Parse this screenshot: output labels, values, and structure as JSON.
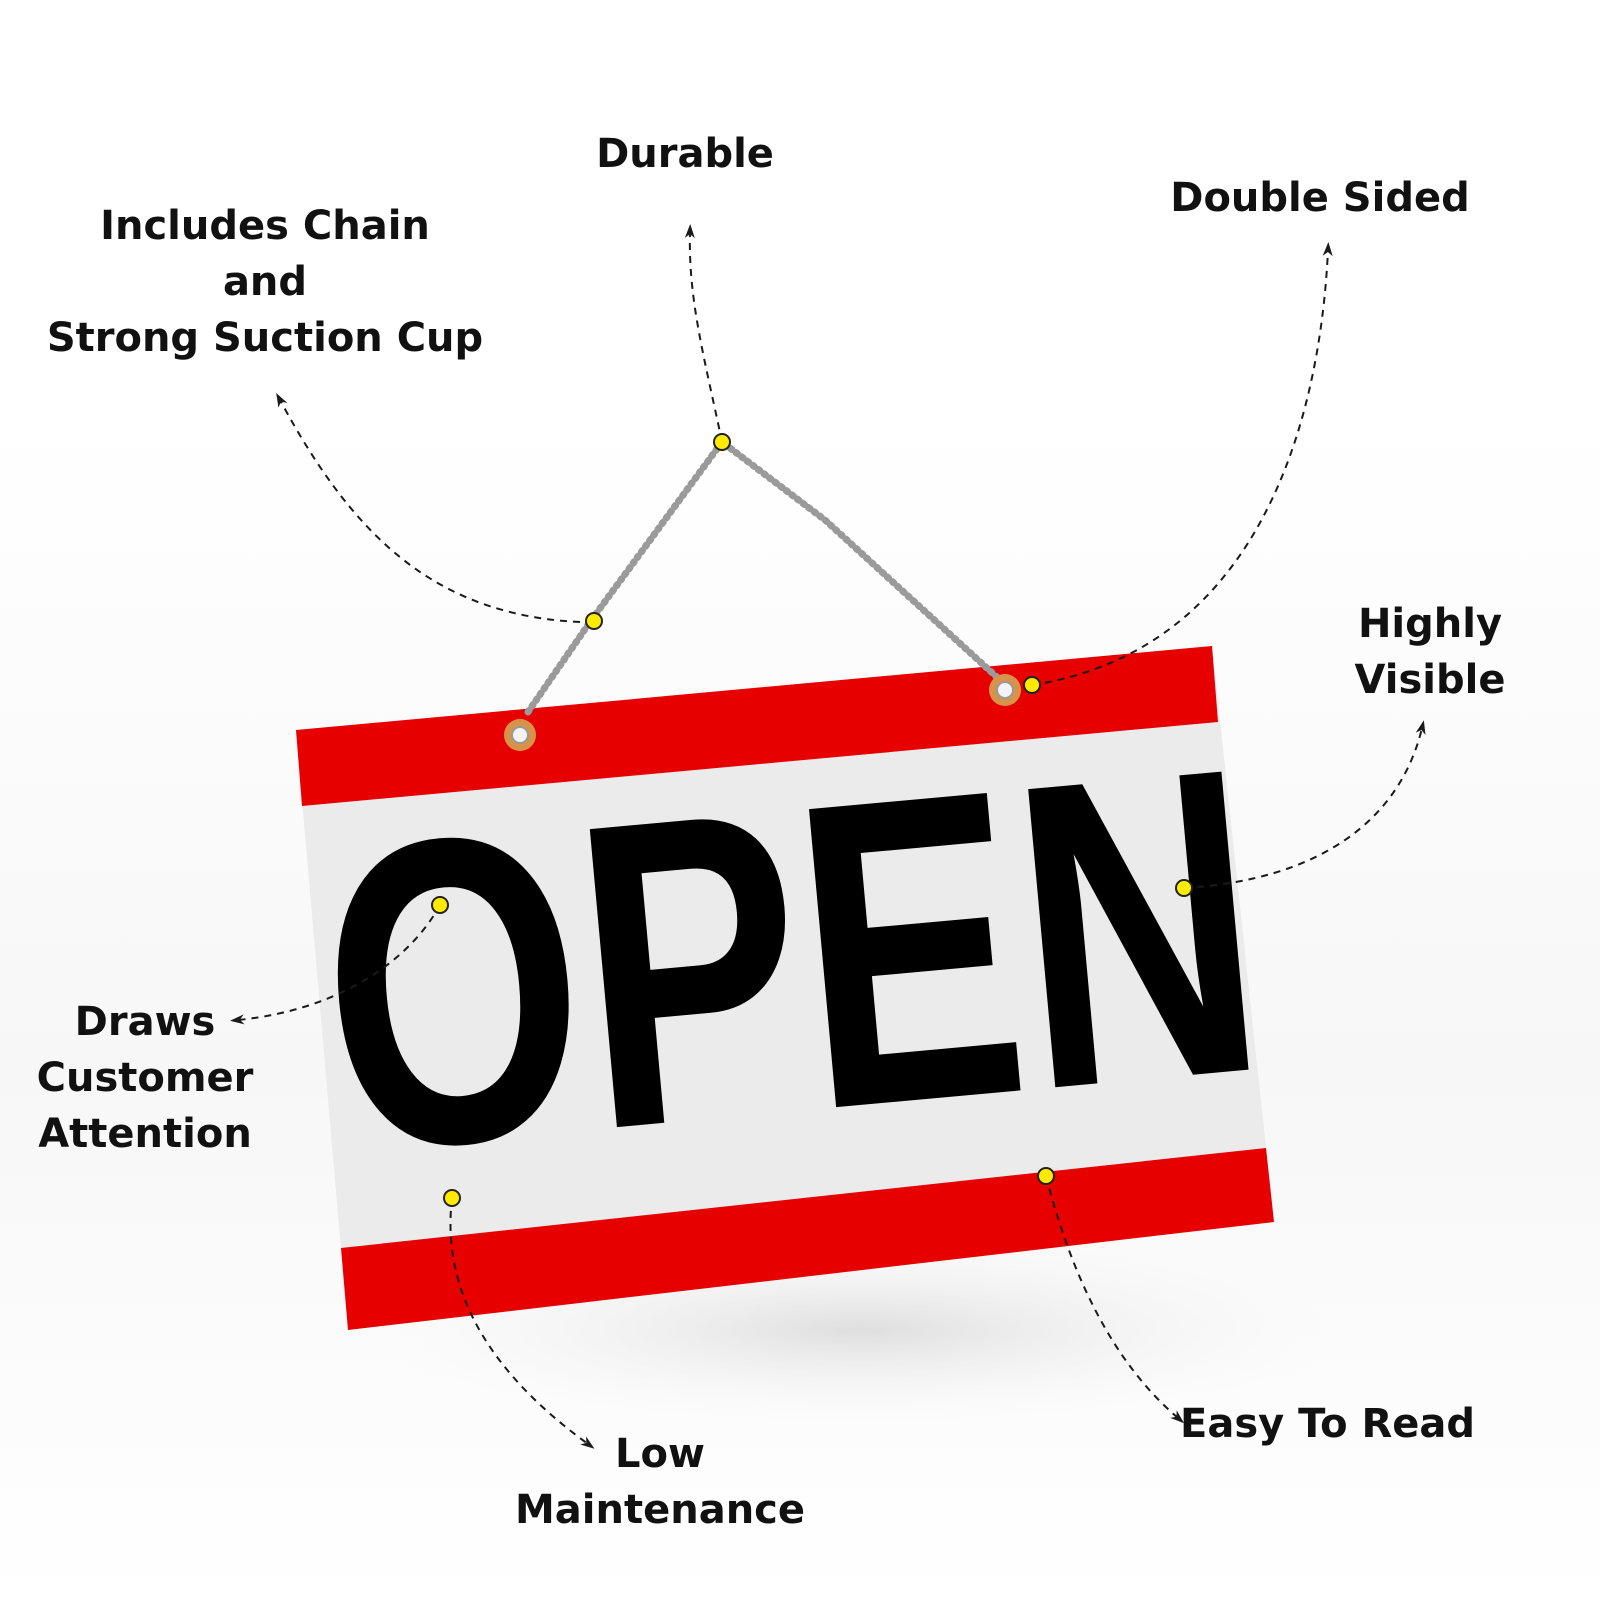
{
  "sign": {
    "word": "OPEN",
    "colors": {
      "band": "#e60000",
      "face": "#ebebeb",
      "text": "#000000",
      "chain": "#9a9a9a",
      "dot": "#ffea00",
      "grommet": "#d8934a"
    }
  },
  "features": {
    "chain": {
      "lines": [
        "Includes Chain",
        "and",
        "Strong Suction Cup"
      ]
    },
    "durable": {
      "lines": [
        "Durable"
      ]
    },
    "double_sided": {
      "lines": [
        "Double Sided"
      ]
    },
    "highly_visible": {
      "lines": [
        "Highly",
        "Visible"
      ]
    },
    "draws_attention": {
      "lines": [
        "Draws",
        "Customer",
        "Attention"
      ]
    },
    "low_maintenance": {
      "lines": [
        "Low",
        "Maintenance"
      ]
    },
    "easy_to_read": {
      "lines": [
        "Easy To Read"
      ]
    }
  }
}
